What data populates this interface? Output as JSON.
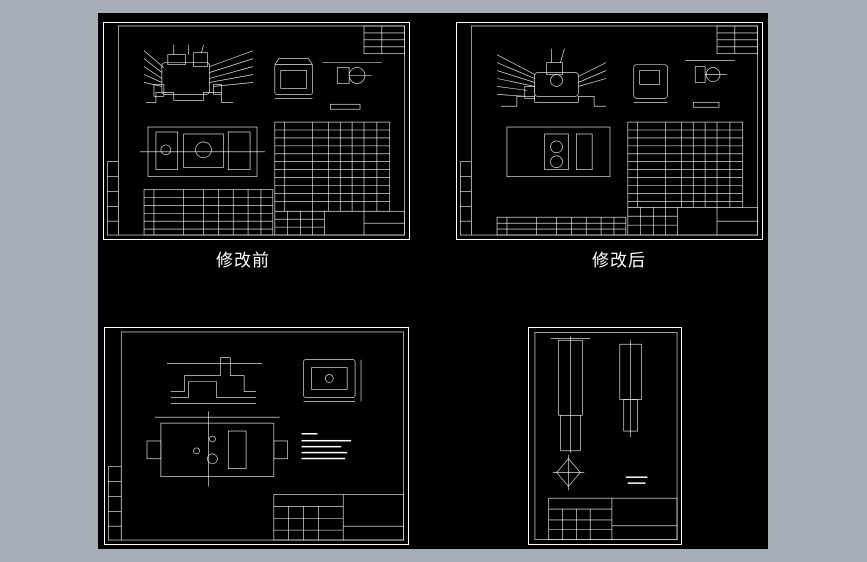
{
  "window": {
    "background_color": "#a6adb7",
    "canvas_color": "#000000",
    "line_color": "#ffffff"
  },
  "captions": {
    "before": "修改前",
    "after": "修改后"
  },
  "sheets": [
    {
      "id": "sheet-before",
      "kind": "assembly-drawing-before"
    },
    {
      "id": "sheet-after",
      "kind": "assembly-drawing-after"
    },
    {
      "id": "sheet-part-1",
      "kind": "part-drawing"
    },
    {
      "id": "sheet-part-2",
      "kind": "part-drawing"
    }
  ]
}
